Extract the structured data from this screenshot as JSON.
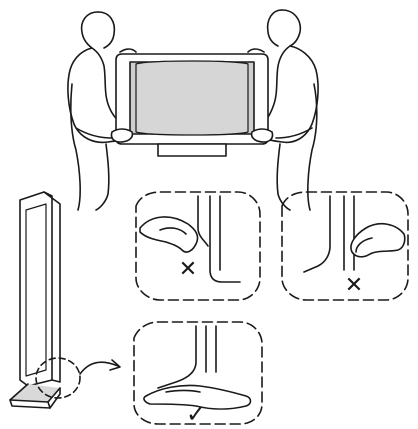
{
  "figure": {
    "panels": [
      {
        "name": "two-person-carry",
        "icon": "people-carrying-tv-icon"
      },
      {
        "name": "tv-side-view",
        "icon": "tv-profile-icon"
      },
      {
        "name": "wrong-grip-bezel",
        "icon": "hand-holding-bezel-icon",
        "mark": "incorrect"
      },
      {
        "name": "wrong-grip-behind",
        "icon": "hand-holding-back-icon",
        "mark": "incorrect"
      },
      {
        "name": "correct-grip-bottom",
        "icon": "hand-under-base-icon",
        "mark": "correct"
      }
    ],
    "marks": {
      "incorrect": "✕",
      "correct": "✓"
    },
    "colors": {
      "line": "#1a1a1a",
      "screen_fill": "#cfcfcf",
      "stand_fill": "#d9d9d9",
      "background": "#ffffff"
    }
  }
}
